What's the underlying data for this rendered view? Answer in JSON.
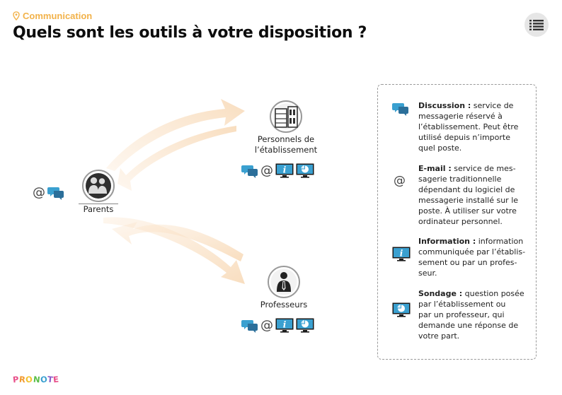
{
  "header": {
    "breadcrumb": "Communication",
    "title": "Quels sont les outils à votre disposition ?"
  },
  "icons": {
    "breadcrumb": "location-pin-icon",
    "menu": "list-menu-icon",
    "discussion": "chat-bubbles-icon",
    "email": "at-sign-icon",
    "information": "info-monitor-icon",
    "survey": "survey-chart-monitor-icon"
  },
  "colors": {
    "accent_orange": "#f2b24a",
    "arrow_fill": "#fbe6cf",
    "tool_blue": "#3aa0d0",
    "dark_icon": "#333333"
  },
  "diagram": {
    "nodes": {
      "parents": {
        "label": "Parents",
        "icon": "parents-icon"
      },
      "staff": {
        "label_line1": "Personnels de",
        "label_line2": "l’établissement",
        "icon": "staff-building-icon"
      },
      "teachers": {
        "label": "Professeurs",
        "icon": "teacher-icon"
      }
    },
    "tools_symbol": "@"
  },
  "legend": {
    "discussion": {
      "term": "Discussion :",
      "lines": [
        " service de",
        "messagerie réservé à",
        "l’établissement. Peut être",
        "utilisé depuis n’importe",
        "quel poste."
      ]
    },
    "email": {
      "term": "E-mail :",
      "lines": [
        " service de mes-",
        "sagerie traditionnelle",
        "dépendant du logiciel de",
        "messagerie installé sur le",
        "poste. À utiliser sur votre",
        "ordinateur personnel."
      ]
    },
    "information": {
      "term": "Information :",
      "lines": [
        " information",
        "communiquée par l’établis-",
        "sement ou par un profes-",
        "seur."
      ]
    },
    "survey": {
      "term": "Sondage :",
      "lines": [
        " question posée",
        "par l’établissement ou",
        "par un professeur, qui",
        "demande une réponse de",
        "votre part."
      ]
    }
  },
  "footer": {
    "logo_letters": [
      "P",
      "R",
      "O",
      "N",
      "O",
      "T",
      "E"
    ],
    "logo_colors": [
      "#e8508a",
      "#f29a2e",
      "#f2c230",
      "#5bbf4a",
      "#3aa0d0",
      "#8a5cc8",
      "#e8508a"
    ]
  }
}
